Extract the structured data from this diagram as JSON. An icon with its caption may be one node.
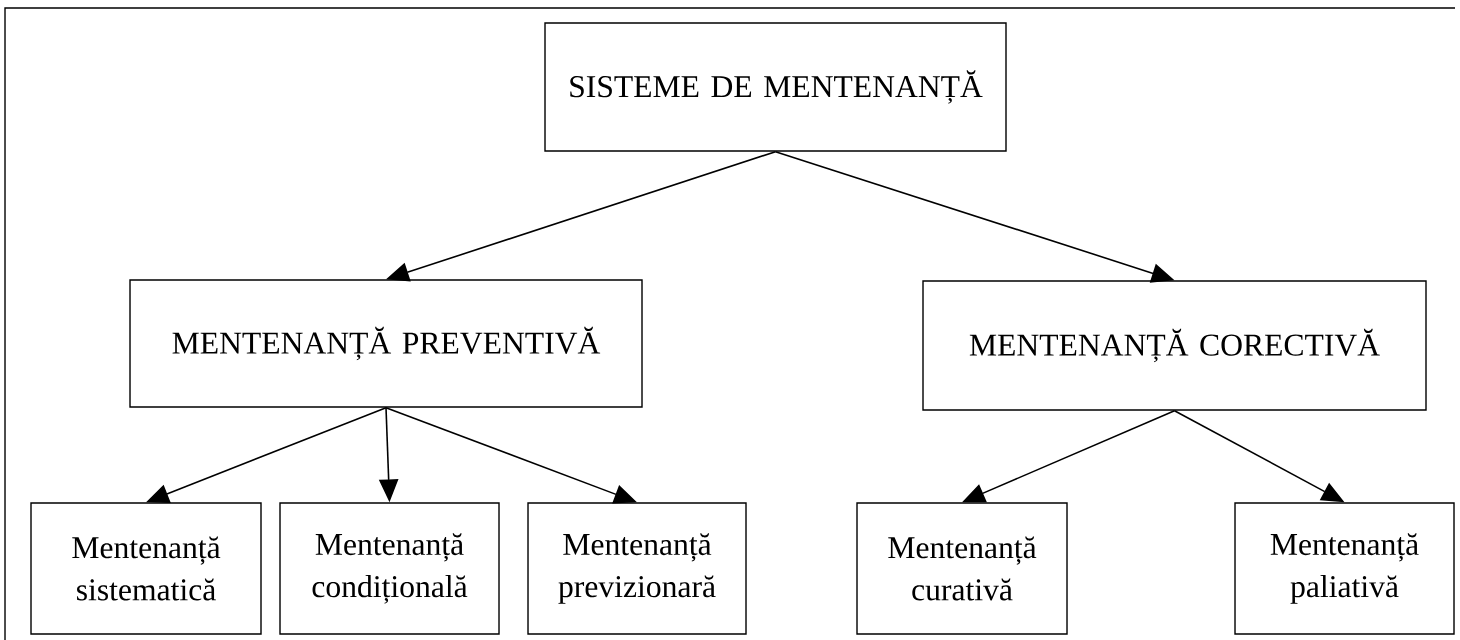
{
  "diagram": {
    "nodes": [
      {
        "text": [
          "SISTEME DE MENTENANȚĂ"
        ]
      },
      {
        "text": [
          "MENTENANȚĂ PREVENTIVĂ"
        ]
      },
      {
        "text": [
          "MENTENANȚĂ CORECTIVĂ"
        ]
      },
      {
        "text": [
          "Mentenanță sistematică"
        ]
      },
      {
        "text": [
          "Mentenanță condițională"
        ]
      },
      {
        "text": [
          "Mentenanță previzionară"
        ]
      },
      {
        "text": [
          "Mentenanță curativă"
        ]
      },
      {
        "text": [
          "Mentenanță paliativă"
        ]
      }
    ],
    "edges": [
      {
        "from": 0,
        "to": 1,
        "arrow": "to"
      },
      {
        "from": 0,
        "to": 2,
        "arrow": "to"
      },
      {
        "from": 1,
        "to": 3,
        "arrow": "to"
      },
      {
        "from": 1,
        "to": 4,
        "arrow": "to"
      },
      {
        "from": 1,
        "to": 5,
        "arrow": "to"
      },
      {
        "from": 2,
        "to": 6,
        "arrow": "to"
      },
      {
        "from": 2,
        "to": 7,
        "arrow": "to"
      }
    ]
  }
}
